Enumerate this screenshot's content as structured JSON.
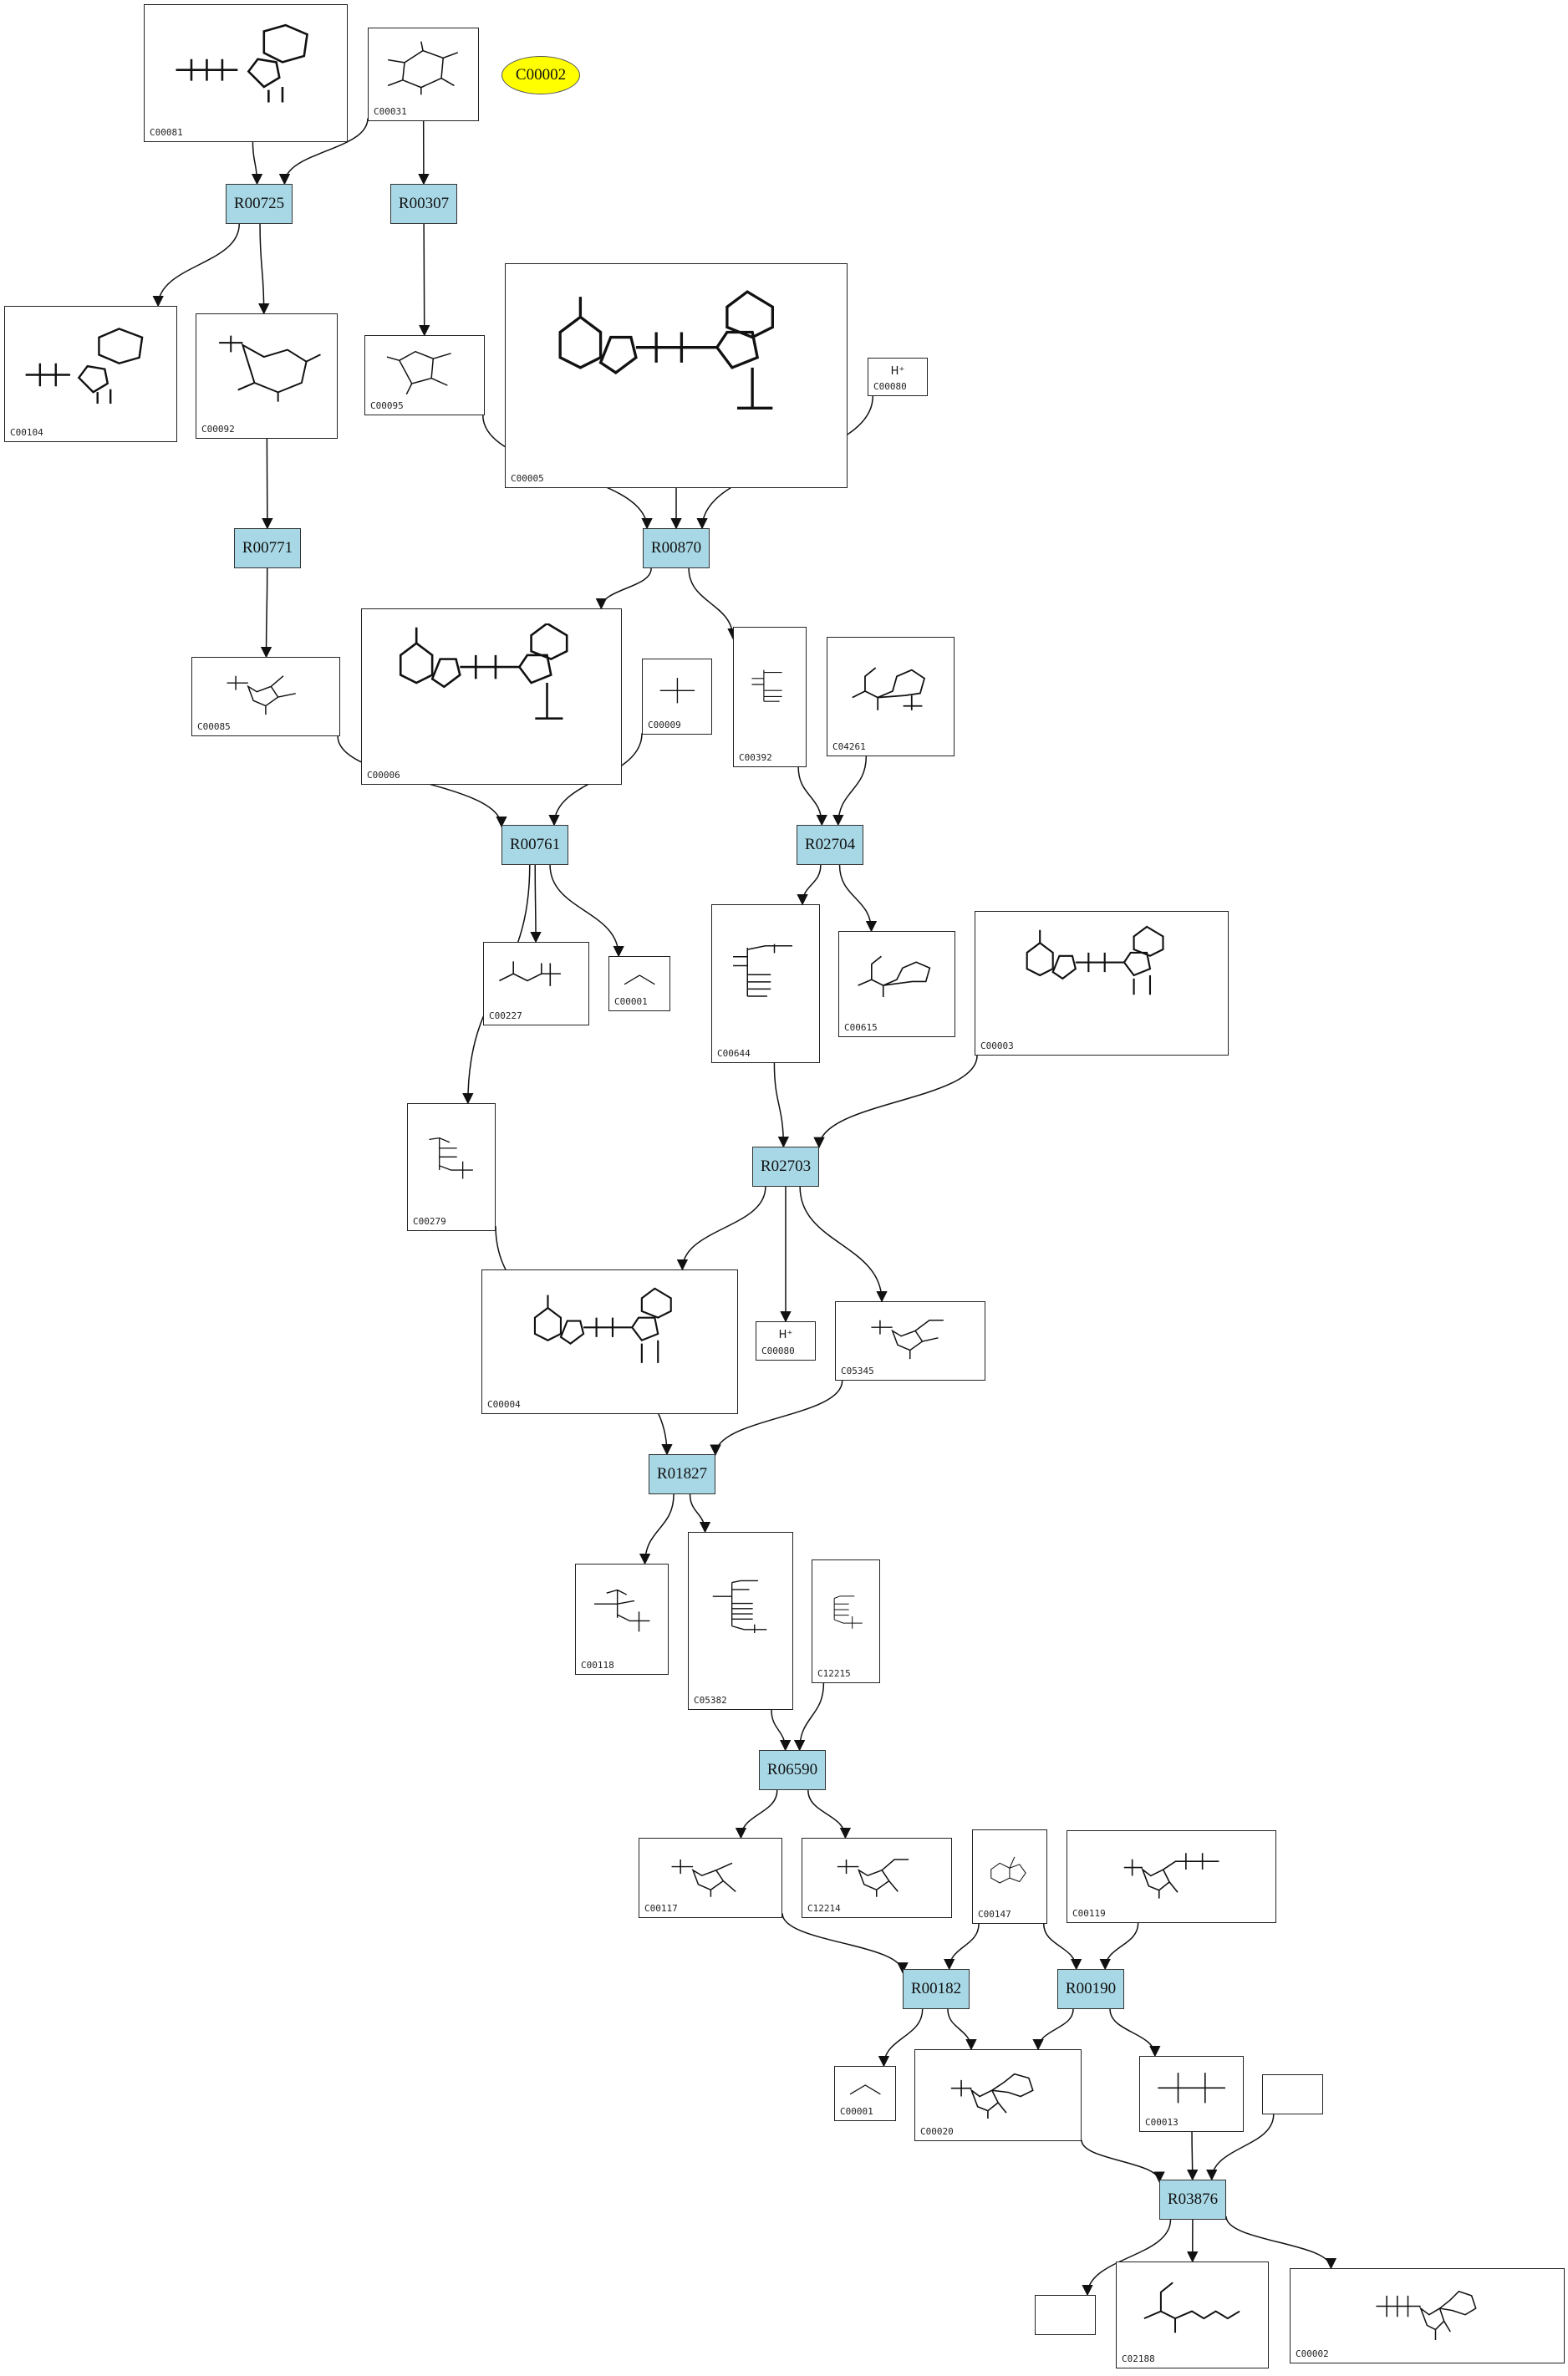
{
  "target_compound": "C00002",
  "target_color": "#ffff00",
  "reaction_color": "#a8d8e6",
  "reactions": [
    {
      "id": "R00725",
      "label": "R00725"
    },
    {
      "id": "R00307",
      "label": "R00307"
    },
    {
      "id": "R00771",
      "label": "R00771"
    },
    {
      "id": "R00870",
      "label": "R00870"
    },
    {
      "id": "R00761",
      "label": "R00761"
    },
    {
      "id": "R02704",
      "label": "R02704"
    },
    {
      "id": "R02703",
      "label": "R02703"
    },
    {
      "id": "R01827",
      "label": "R01827"
    },
    {
      "id": "R06590",
      "label": "R06590"
    },
    {
      "id": "R00182",
      "label": "R00182"
    },
    {
      "id": "R00190",
      "label": "R00190"
    },
    {
      "id": "R03876",
      "label": "R03876"
    }
  ],
  "compounds": [
    {
      "id": "C00081",
      "label": "C00081"
    },
    {
      "id": "C00031",
      "label": "C00031"
    },
    {
      "id": "C00104",
      "label": "C00104"
    },
    {
      "id": "C00092",
      "label": "C00092"
    },
    {
      "id": "C00095",
      "label": "C00095"
    },
    {
      "id": "C00005",
      "label": "C00005"
    },
    {
      "id": "C00080a",
      "label": "C00080",
      "text": "H⁺"
    },
    {
      "id": "C00085",
      "label": "C00085"
    },
    {
      "id": "C00006",
      "label": "C00006"
    },
    {
      "id": "C00009",
      "label": "C00009"
    },
    {
      "id": "C00392",
      "label": "C00392"
    },
    {
      "id": "C04261",
      "label": "C04261"
    },
    {
      "id": "C00227",
      "label": "C00227"
    },
    {
      "id": "C00001a",
      "label": "C00001"
    },
    {
      "id": "C00644",
      "label": "C00644"
    },
    {
      "id": "C00615",
      "label": "C00615"
    },
    {
      "id": "C00003",
      "label": "C00003"
    },
    {
      "id": "C00279",
      "label": "C00279"
    },
    {
      "id": "C00004",
      "label": "C00004"
    },
    {
      "id": "C00080b",
      "label": "C00080",
      "text": "H⁺"
    },
    {
      "id": "C05345",
      "label": "C05345"
    },
    {
      "id": "C00118",
      "label": "C00118"
    },
    {
      "id": "C05382",
      "label": "C05382"
    },
    {
      "id": "C12215",
      "label": "C12215"
    },
    {
      "id": "C00117",
      "label": "C00117"
    },
    {
      "id": "C12214",
      "label": "C12214"
    },
    {
      "id": "C00147",
      "label": "C00147"
    },
    {
      "id": "C00119",
      "label": "C00119"
    },
    {
      "id": "C00001b",
      "label": "C00001"
    },
    {
      "id": "C00020",
      "label": "C00020"
    },
    {
      "id": "C00013",
      "label": "C00013"
    },
    {
      "id": "blank1",
      "label": ""
    },
    {
      "id": "blank2",
      "label": ""
    },
    {
      "id": "C02188",
      "label": "C02188"
    },
    {
      "id": "C00002",
      "label": "C00002"
    }
  ],
  "edges": [
    [
      "C00081",
      "R00725"
    ],
    [
      "C00031",
      "R00725"
    ],
    [
      "C00031",
      "R00307"
    ],
    [
      "R00725",
      "C00104"
    ],
    [
      "R00725",
      "C00092"
    ],
    [
      "R00307",
      "C00095"
    ],
    [
      "C00092",
      "R00771"
    ],
    [
      "R00771",
      "C00085"
    ],
    [
      "C00095",
      "R00870"
    ],
    [
      "C00005",
      "R00870"
    ],
    [
      "C00080a",
      "R00870"
    ],
    [
      "R00870",
      "C00006"
    ],
    [
      "R00870",
      "C00392"
    ],
    [
      "C00085",
      "R00761"
    ],
    [
      "C00009",
      "R00761"
    ],
    [
      "C00392",
      "R02704"
    ],
    [
      "C04261",
      "R02704"
    ],
    [
      "R00761",
      "C00227"
    ],
    [
      "R00761",
      "C00001a"
    ],
    [
      "R00761",
      "C00279"
    ],
    [
      "R02704",
      "C00644"
    ],
    [
      "R02704",
      "C00615"
    ],
    [
      "C00644",
      "R02703"
    ],
    [
      "C00003",
      "R02703"
    ],
    [
      "R02703",
      "C00004"
    ],
    [
      "R02703",
      "C00080b"
    ],
    [
      "R02703",
      "C05345"
    ],
    [
      "C00279",
      "R01827"
    ],
    [
      "C05345",
      "R01827"
    ],
    [
      "R01827",
      "C00118"
    ],
    [
      "R01827",
      "C05382"
    ],
    [
      "C05382",
      "R06590"
    ],
    [
      "C12215",
      "R06590"
    ],
    [
      "R06590",
      "C00117"
    ],
    [
      "R06590",
      "C12214"
    ],
    [
      "C00117",
      "R00182"
    ],
    [
      "C00147",
      "R00182"
    ],
    [
      "C00147",
      "R00190"
    ],
    [
      "C00119",
      "R00190"
    ],
    [
      "R00182",
      "C00001b"
    ],
    [
      "R00182",
      "C00020"
    ],
    [
      "R00190",
      "C00020"
    ],
    [
      "R00190",
      "C00013"
    ],
    [
      "C00020",
      "R03876"
    ],
    [
      "C00013",
      "R03876"
    ],
    [
      "blank1",
      "R03876"
    ],
    [
      "R03876",
      "blank2"
    ],
    [
      "R03876",
      "C02188"
    ],
    [
      "R03876",
      "C00002"
    ]
  ]
}
